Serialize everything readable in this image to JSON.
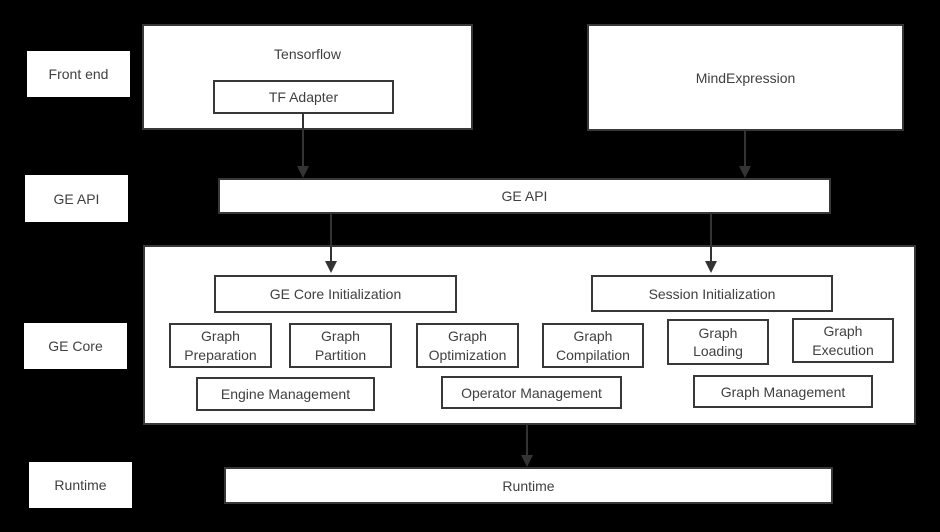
{
  "colors": {
    "background": "#000000",
    "box_fill": "#ffffff",
    "box_border": "#383838",
    "text": "#404040",
    "arrow": "#333333"
  },
  "side_labels": {
    "front_end": "Front end",
    "ge_api": "GE API",
    "ge_core": "GE Core",
    "runtime": "Runtime"
  },
  "front_end": {
    "tensorflow_title": "Tensorflow",
    "tf_adapter": "TF Adapter",
    "mind_expression": "MindExpression"
  },
  "ge_api_bar": {
    "label": "GE API"
  },
  "ge_core": {
    "ge_core_initialization": "GE Core Initialization",
    "session_initialization": "Session Initialization",
    "stages": [
      {
        "label": "Graph\nPreparation"
      },
      {
        "label": "Graph\nPartition"
      },
      {
        "label": "Graph\nOptimization"
      },
      {
        "label": "Graph\nCompilation"
      },
      {
        "label": "Graph\nLoading"
      },
      {
        "label": "Graph\nExecution"
      }
    ],
    "management": [
      {
        "label": "Engine Management"
      },
      {
        "label": "Operator Management"
      },
      {
        "label": "Graph Management"
      }
    ]
  },
  "runtime_bar": {
    "label": "Runtime"
  }
}
